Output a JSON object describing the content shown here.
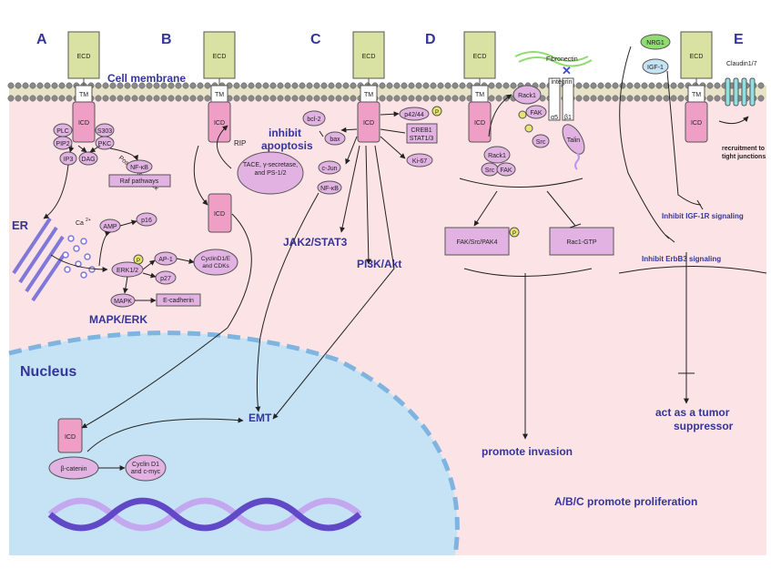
{
  "panels": [
    "A",
    "B",
    "C",
    "D",
    "E"
  ],
  "membrane_label": "Cell membrane",
  "ecd": "ECD",
  "tm": "TM",
  "icd": "ICD",
  "nucleus_label": "Nucleus",
  "er_label": "ER",
  "panel_a": {
    "plc": "PLC",
    "pip2": "PIP2",
    "s303": "S303",
    "pkc": "PKC",
    "positive_feedback": "Positive feedback",
    "ip3": "IP3",
    "dag": "DAG",
    "nfkb": "NF-κB",
    "raf": "Raf pathways",
    "ca": "Ca",
    "ca_sup": "2+",
    "amp": "AMP",
    "p16": "p16",
    "p_badge": "P",
    "ap1": "AP-1",
    "erk": "ERK1/2",
    "cyclin": "CyclinD1/E and CDKs",
    "p27": "p27",
    "mapk": "MAPK",
    "ecad": "E-cadherin",
    "mapk_erk": "MAPK/ERK"
  },
  "panel_b": {
    "rip": "RIP",
    "tace": "TACE, γ-secretase, and PS-1/2"
  },
  "panel_c": {
    "bcl2": "bcl-2",
    "bax": "bax",
    "inhibit": "inhibit apoptosis",
    "p4244": "p42/44",
    "creb1": "CREB1",
    "stat13": "STAT1/3",
    "ki67": "Ki-67",
    "cjun": "c-Jun",
    "nfkb": "NF-κB",
    "jak": "JAK2/STAT3",
    "pi3k": "PI3K/Akt"
  },
  "panel_d": {
    "fibronectin": "Fibronectin",
    "integrin": "integrin",
    "a5": "α5",
    "b1": "β1",
    "rack1": "Rack1",
    "fak": "FAK",
    "src": "Src",
    "talin": "Talin",
    "fak_src_pak4": "FAK/Src/PAK4",
    "rac1": "Rac1-GTP",
    "invasion": "promote invasion"
  },
  "panel_e": {
    "nrg1": "NRG1",
    "igf1": "IGF-1",
    "claudin": "Claudin1/7",
    "recruit": "recruitment to tight junctions",
    "igf1r": "Inhibit IGF-1R signaling",
    "erbb3": "Inhibit ErbB3 signaling",
    "suppressor": "act as a tumor suppressor"
  },
  "nucleus_items": {
    "icd": "ICD",
    "bcat": "β-catenin",
    "cyclind1": "Cyclin D1 and c-myc",
    "emt": "EMT"
  },
  "proliferation": "A/B/C promote proliferation",
  "colors": {
    "cytoplasm": "#fce3e5",
    "nucleus": "#c5e3f4",
    "icd": "#ef9fc6",
    "ellipse": "#e2b3e2",
    "ecd": "#d9e2a3",
    "text_blue": "#34359a",
    "dna_light": "#c3a8f0",
    "dna_dark": "#6048c7"
  }
}
